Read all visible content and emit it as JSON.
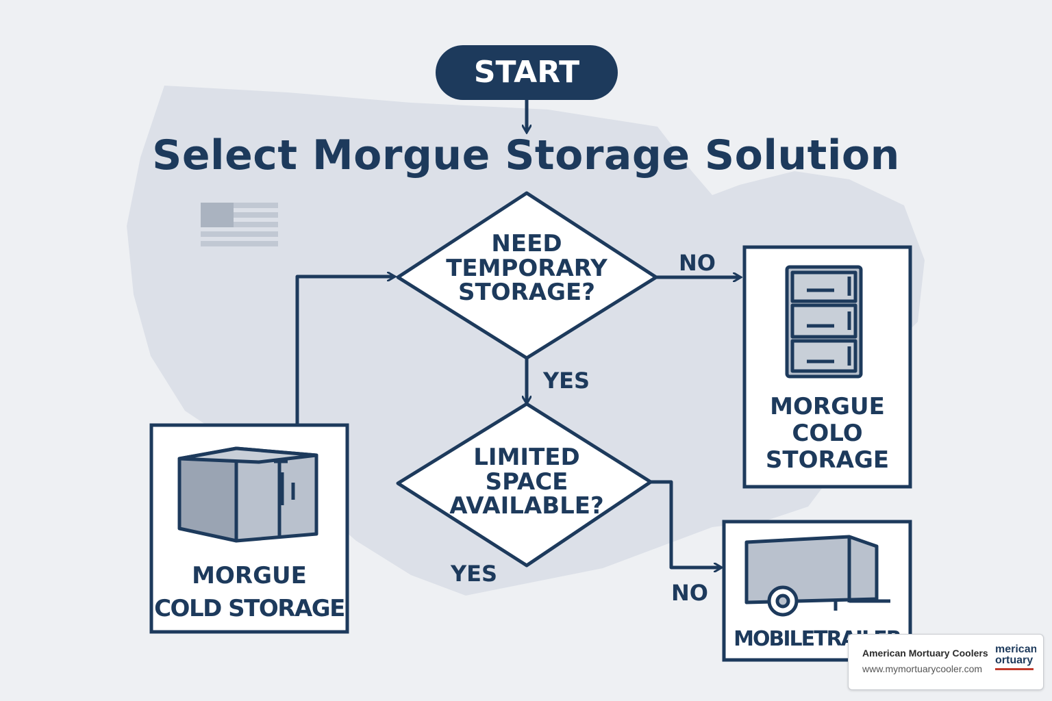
{
  "title": "Select Morgue Storage Solution",
  "nodes": {
    "start": "START",
    "q1": [
      "NEED",
      "TEMPORARY",
      "STORAGE?"
    ],
    "q2": [
      "LIMITED",
      "SPACE",
      "AVAILABLE?"
    ],
    "cold_storage": [
      "MORGUE",
      "COLD STORAGE"
    ],
    "colo_storage": [
      "MORGUE",
      "COLO",
      "STORAGE"
    ],
    "mobile_trailer": "MOBILETRAILER"
  },
  "edges": {
    "q1_no": "NO",
    "q1_yes": "YES",
    "q2_yes": "YES",
    "q2_no": "NO"
  },
  "watermark": {
    "company": "American Mortuary Coolers",
    "url": "www.mymortuarycooler.com",
    "logo_text": [
      "merican",
      "ortuary"
    ]
  },
  "colors": {
    "navy": "#1d3a5c",
    "background": "#eef0f3",
    "map": "#d5dbe4",
    "icon_fill": "#b9c1cd"
  }
}
